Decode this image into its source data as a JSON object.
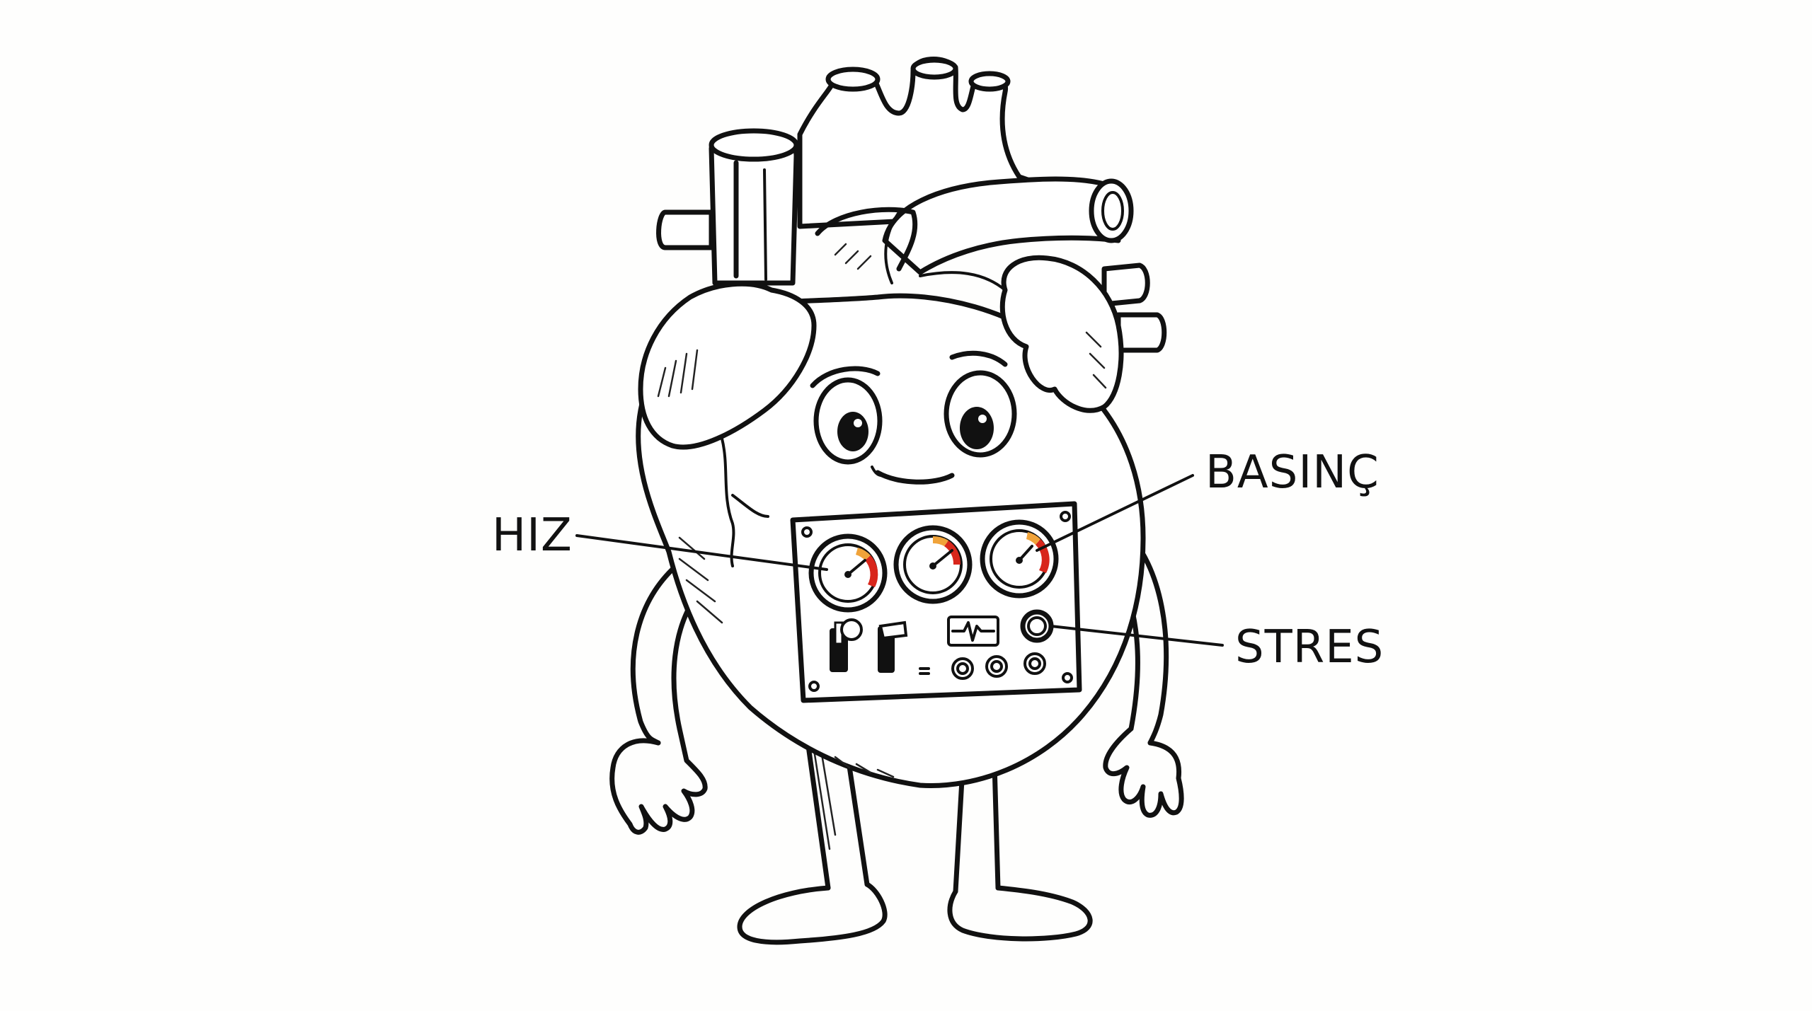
{
  "labels": {
    "speed": "HIZ",
    "pressure": "BASINÇ",
    "stress": "STRES"
  },
  "colors": {
    "ink": "#111111",
    "background": "#fefefd",
    "gauge_red": "#d8261b",
    "gauge_orange": "#f0a33a"
  }
}
